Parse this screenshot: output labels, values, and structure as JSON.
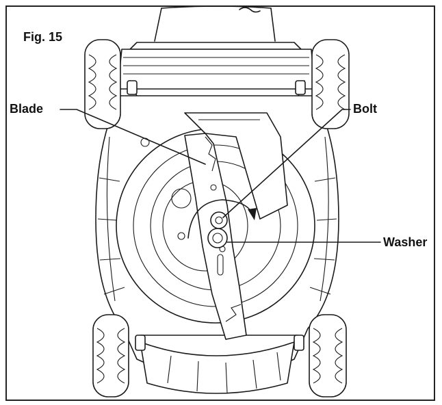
{
  "figure": {
    "title": "Fig. 15",
    "labels": {
      "blade": "Blade",
      "bolt": "Bolt",
      "washer": "Washer"
    }
  },
  "colors": {
    "line": "#1a1a1a",
    "background": "#ffffff"
  }
}
